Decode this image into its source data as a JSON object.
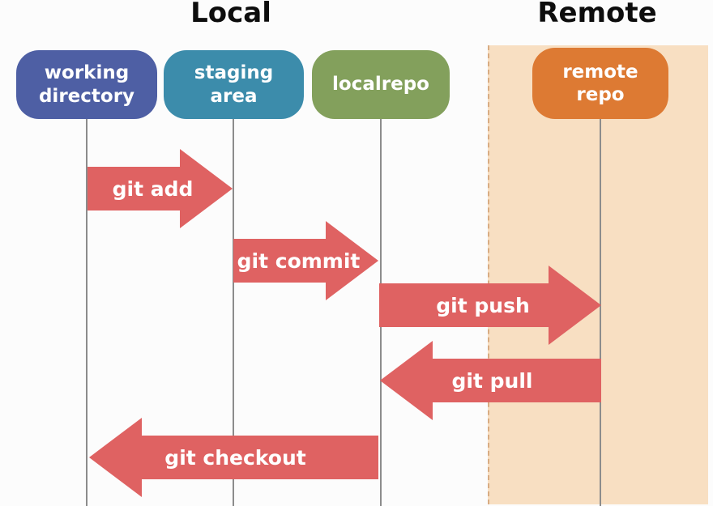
{
  "diagram": {
    "local_title": "Local",
    "remote_title": "Remote",
    "nodes": [
      {
        "id": "working-directory",
        "label": "working\ndirectory",
        "color": "#4e5fa4",
        "section": "local"
      },
      {
        "id": "staging-area",
        "label": "staging\narea",
        "color": "#3c8cab",
        "section": "local"
      },
      {
        "id": "localrepo",
        "label": "localrepo",
        "color": "#83a05c",
        "section": "local"
      },
      {
        "id": "remote-repo",
        "label": "remote\nrepo",
        "color": "#dd7a33",
        "section": "remote"
      }
    ],
    "arrows": [
      {
        "label": "git add",
        "direction": "right",
        "from": "working-directory",
        "to": "staging-area"
      },
      {
        "label": "git commit",
        "direction": "right",
        "from": "staging-area",
        "to": "localrepo"
      },
      {
        "label": "git push",
        "direction": "right",
        "from": "localrepo",
        "to": "remote-repo"
      },
      {
        "label": "git pull",
        "direction": "left",
        "from": "remote-repo",
        "to": "localrepo"
      },
      {
        "label": "git checkout",
        "direction": "left",
        "from": "localrepo",
        "to": "working-directory"
      }
    ],
    "colors": {
      "arrow": "#df6262",
      "remote_band": "#f8dfc2",
      "remote_band_border": "#d8ac83",
      "lifeline": "#8c8c8c",
      "title_text": "#0d0d0d",
      "node_text": "#ffffff"
    }
  }
}
